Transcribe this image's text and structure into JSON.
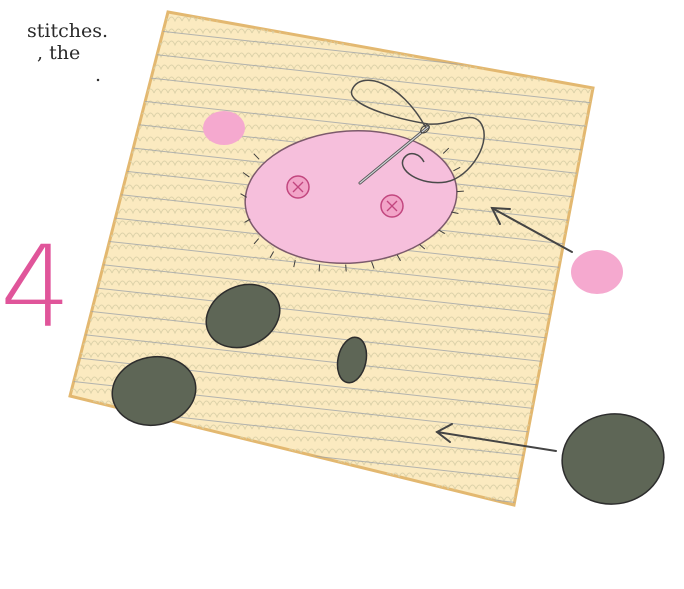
{
  "instructions": {
    "lines": [
      "stitches.",
      ", the",
      "."
    ]
  },
  "step": {
    "number": "4"
  },
  "illustration": {
    "colors": {
      "fabric": "#fbeac0",
      "fabric_edge": "#e3b870",
      "lines": "#9aa0a8",
      "pink_patch": "#f6bfdc",
      "pink_dot": "#f5a9cf",
      "button_fill": "#f2a4c8",
      "button_stroke": "#c2477f",
      "grey_patch": "#5e6656",
      "outline": "#2d2d2d",
      "arrow": "#444444"
    },
    "icons": [
      "needle-icon",
      "thread-icon",
      "arrow-icon"
    ]
  }
}
